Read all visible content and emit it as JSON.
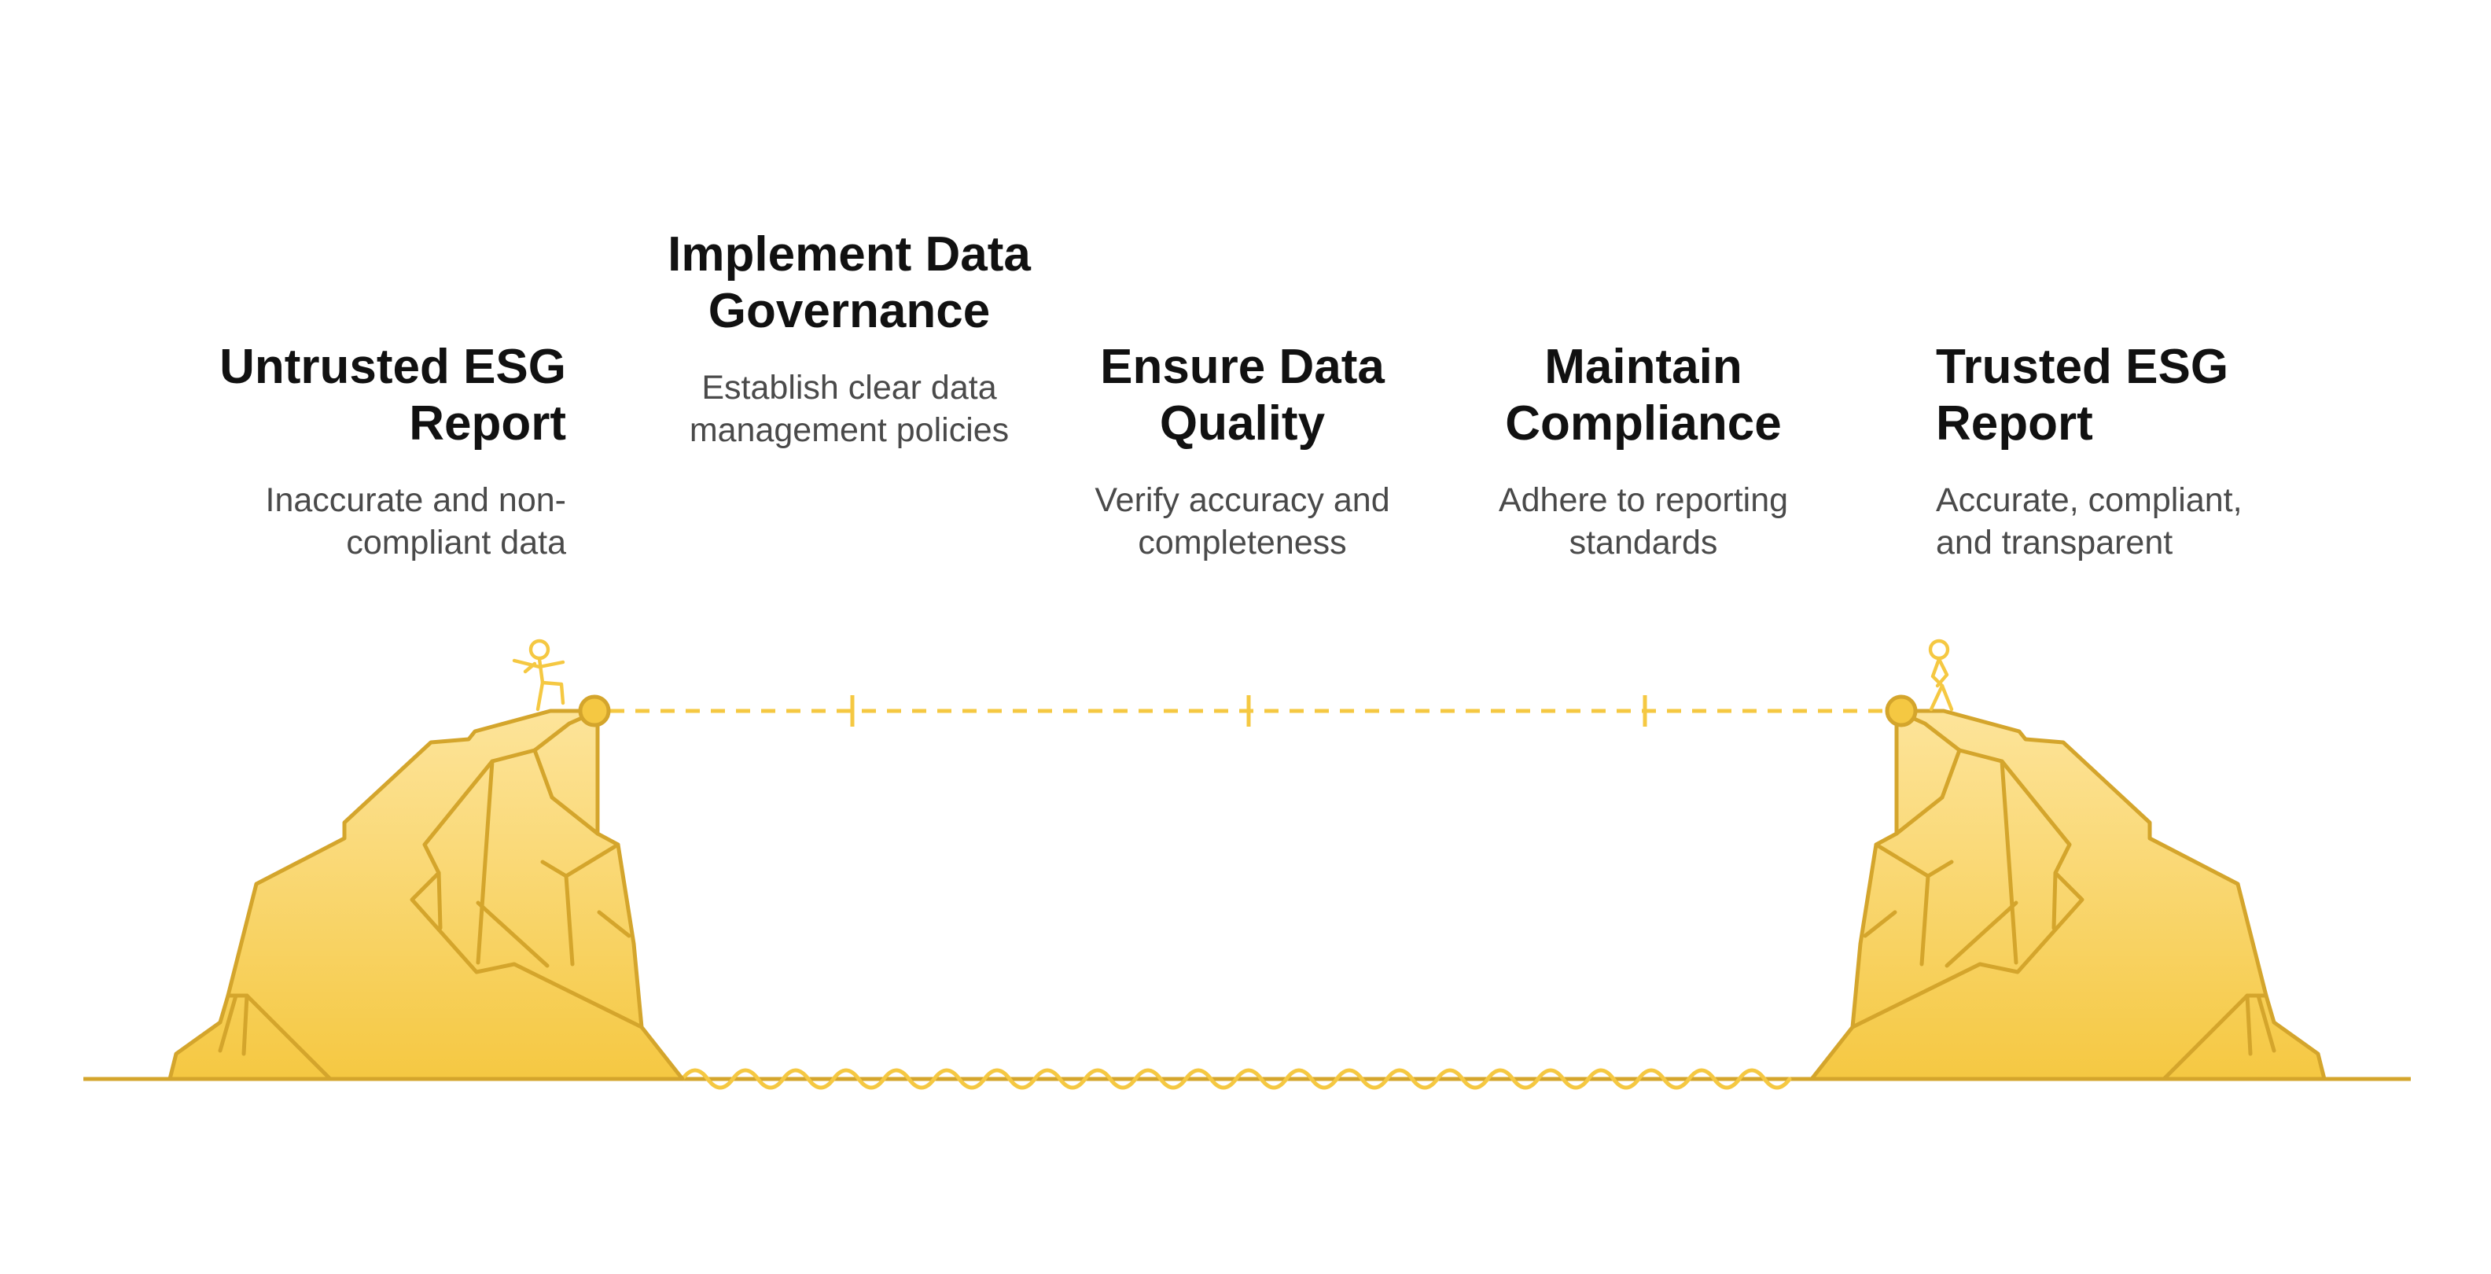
{
  "colors": {
    "accent": "#F5C842",
    "accent_light": "#FDE49A",
    "stroke": "#D4A52C",
    "title_text": "#111111",
    "body_text": "#4A4A4A"
  },
  "steps": [
    {
      "title": "Untrusted ESG Report",
      "description": "Inaccurate and non-compliant data"
    },
    {
      "title": "Implement Data Governance",
      "description": "Establish clear data management policies"
    },
    {
      "title": "Ensure Data Quality",
      "description": "Verify accuracy and completeness"
    },
    {
      "title": "Maintain Compliance",
      "description": "Adhere to reporting standards"
    },
    {
      "title": "Trusted ESG Report",
      "description": "Accurate, compliant, and transparent"
    }
  ],
  "icons": {
    "left_figure": "balancing-person-icon",
    "right_figure": "standing-person-icon"
  }
}
